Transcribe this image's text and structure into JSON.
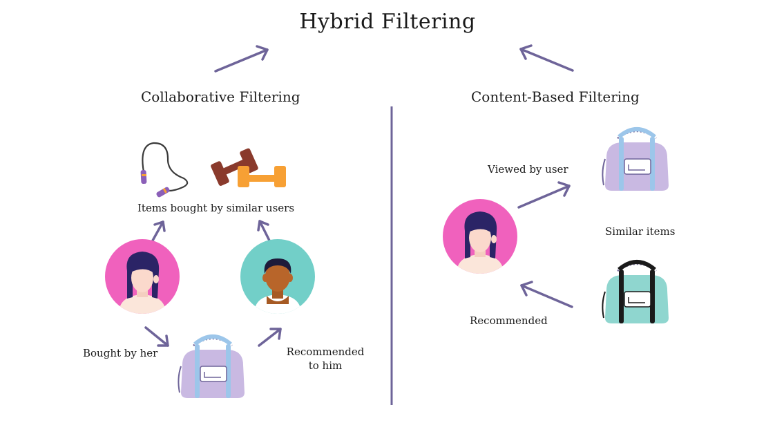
{
  "title": "Hybrid Filtering",
  "collaborative": {
    "heading": "Collaborative Filtering",
    "items_label": "Items bought by similar users",
    "bought_label": "Bought by her",
    "recommended_line1": "Recommended",
    "recommended_line2": "to him"
  },
  "content_based": {
    "heading": "Content-Based Filtering",
    "viewed_label": "Viewed by user",
    "similar_label": "Similar items",
    "recommended_label": "Recommended"
  },
  "colors": {
    "arrow": "#6e6499",
    "divider": "#6e6499",
    "pink": "#f061bd",
    "teal": "#72cfc8",
    "bag_purple": "#c9b9e2",
    "bag_strap": "#9cc6ea",
    "bag_teal": "#8fd6cf",
    "dumbbell_dark": "#8a3a2c",
    "dumbbell_orange": "#f7a034"
  },
  "icons": [
    "jump-rope-icon",
    "dumbbell-icon",
    "woman-avatar-icon",
    "man-avatar-icon",
    "duffel-bag-icon"
  ]
}
